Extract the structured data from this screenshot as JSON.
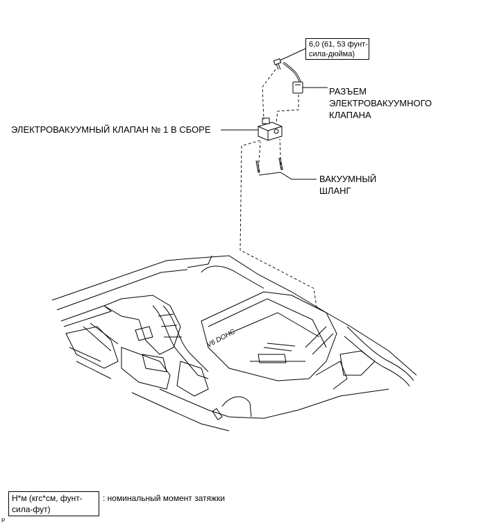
{
  "callouts": {
    "torque_line1": "6,0 (61, 53 фунт-",
    "torque_line2": "сила-дюйма)",
    "connector_line1": "РАЗЪЕМ",
    "connector_line2": "ЭЛЕКТРОВАКУУМНОГО",
    "connector_line3": "КЛАПАНА",
    "valve_assembly": "ЭЛЕКТРОВАКУУМНЫЙ КЛАПАН № 1 В СБОРЕ",
    "hose_line1": "ВАКУУМНЫЙ",
    "hose_line2": "ШЛАНГ"
  },
  "engine_cover_text": "V6 DOHC",
  "legend": {
    "box_line1": "Н*м (кгс*см, фунт-",
    "box_line2": "сила-фут)",
    "description": ": номинальный момент затяжки"
  },
  "corner_mark": "P"
}
